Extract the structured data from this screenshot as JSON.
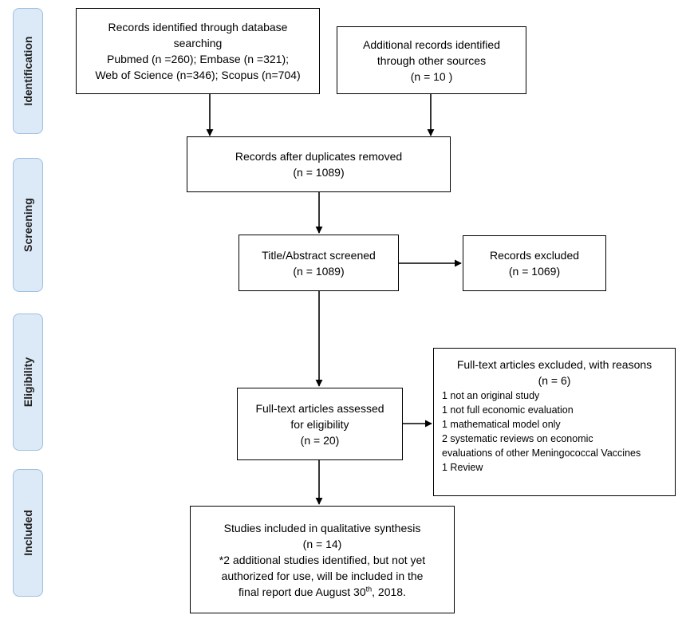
{
  "phases": {
    "identification": "Identification",
    "screening": "Screening",
    "eligibility": "Eligibility",
    "included": "Included"
  },
  "boxes": {
    "database_search": {
      "lines": [
        "Records identified through database",
        "searching",
        "Pubmed (n =260); Embase (n =321);",
        "Web of Science (n=346); Scopus (n=704)"
      ]
    },
    "other_sources": {
      "lines": [
        "Additional records identified",
        "through other sources",
        "(n =  10 )"
      ]
    },
    "duplicates_removed": {
      "lines": [
        "Records after duplicates removed",
        "(n = 1089)"
      ]
    },
    "screened": {
      "lines": [
        "Title/Abstract screened",
        "(n =  1089)"
      ]
    },
    "records_excluded": {
      "lines": [
        "Records excluded",
        "(n =  1069)"
      ]
    },
    "fulltext_assessed": {
      "lines": [
        "Full-text articles assessed",
        "for eligibility",
        "(n = 20)"
      ]
    },
    "fulltext_excluded": {
      "title": "Full-text articles excluded, with reasons",
      "count": "(n = 6)",
      "reasons": [
        "1 not an original study",
        "1 not full economic evaluation",
        "1 mathematical model only",
        "2 systematic reviews on economic",
        "evaluations of other Meningococcal Vaccines",
        "1 Review"
      ]
    },
    "included": {
      "lines": [
        "Studies included in qualitative synthesis",
        "(n = 14)",
        "*2 additional studies identified, but not yet",
        "authorized for use, will be included in the"
      ],
      "last_line_prefix": "final report due August 30",
      "last_line_sup": "th",
      "last_line_suffix": ", 2018."
    }
  }
}
